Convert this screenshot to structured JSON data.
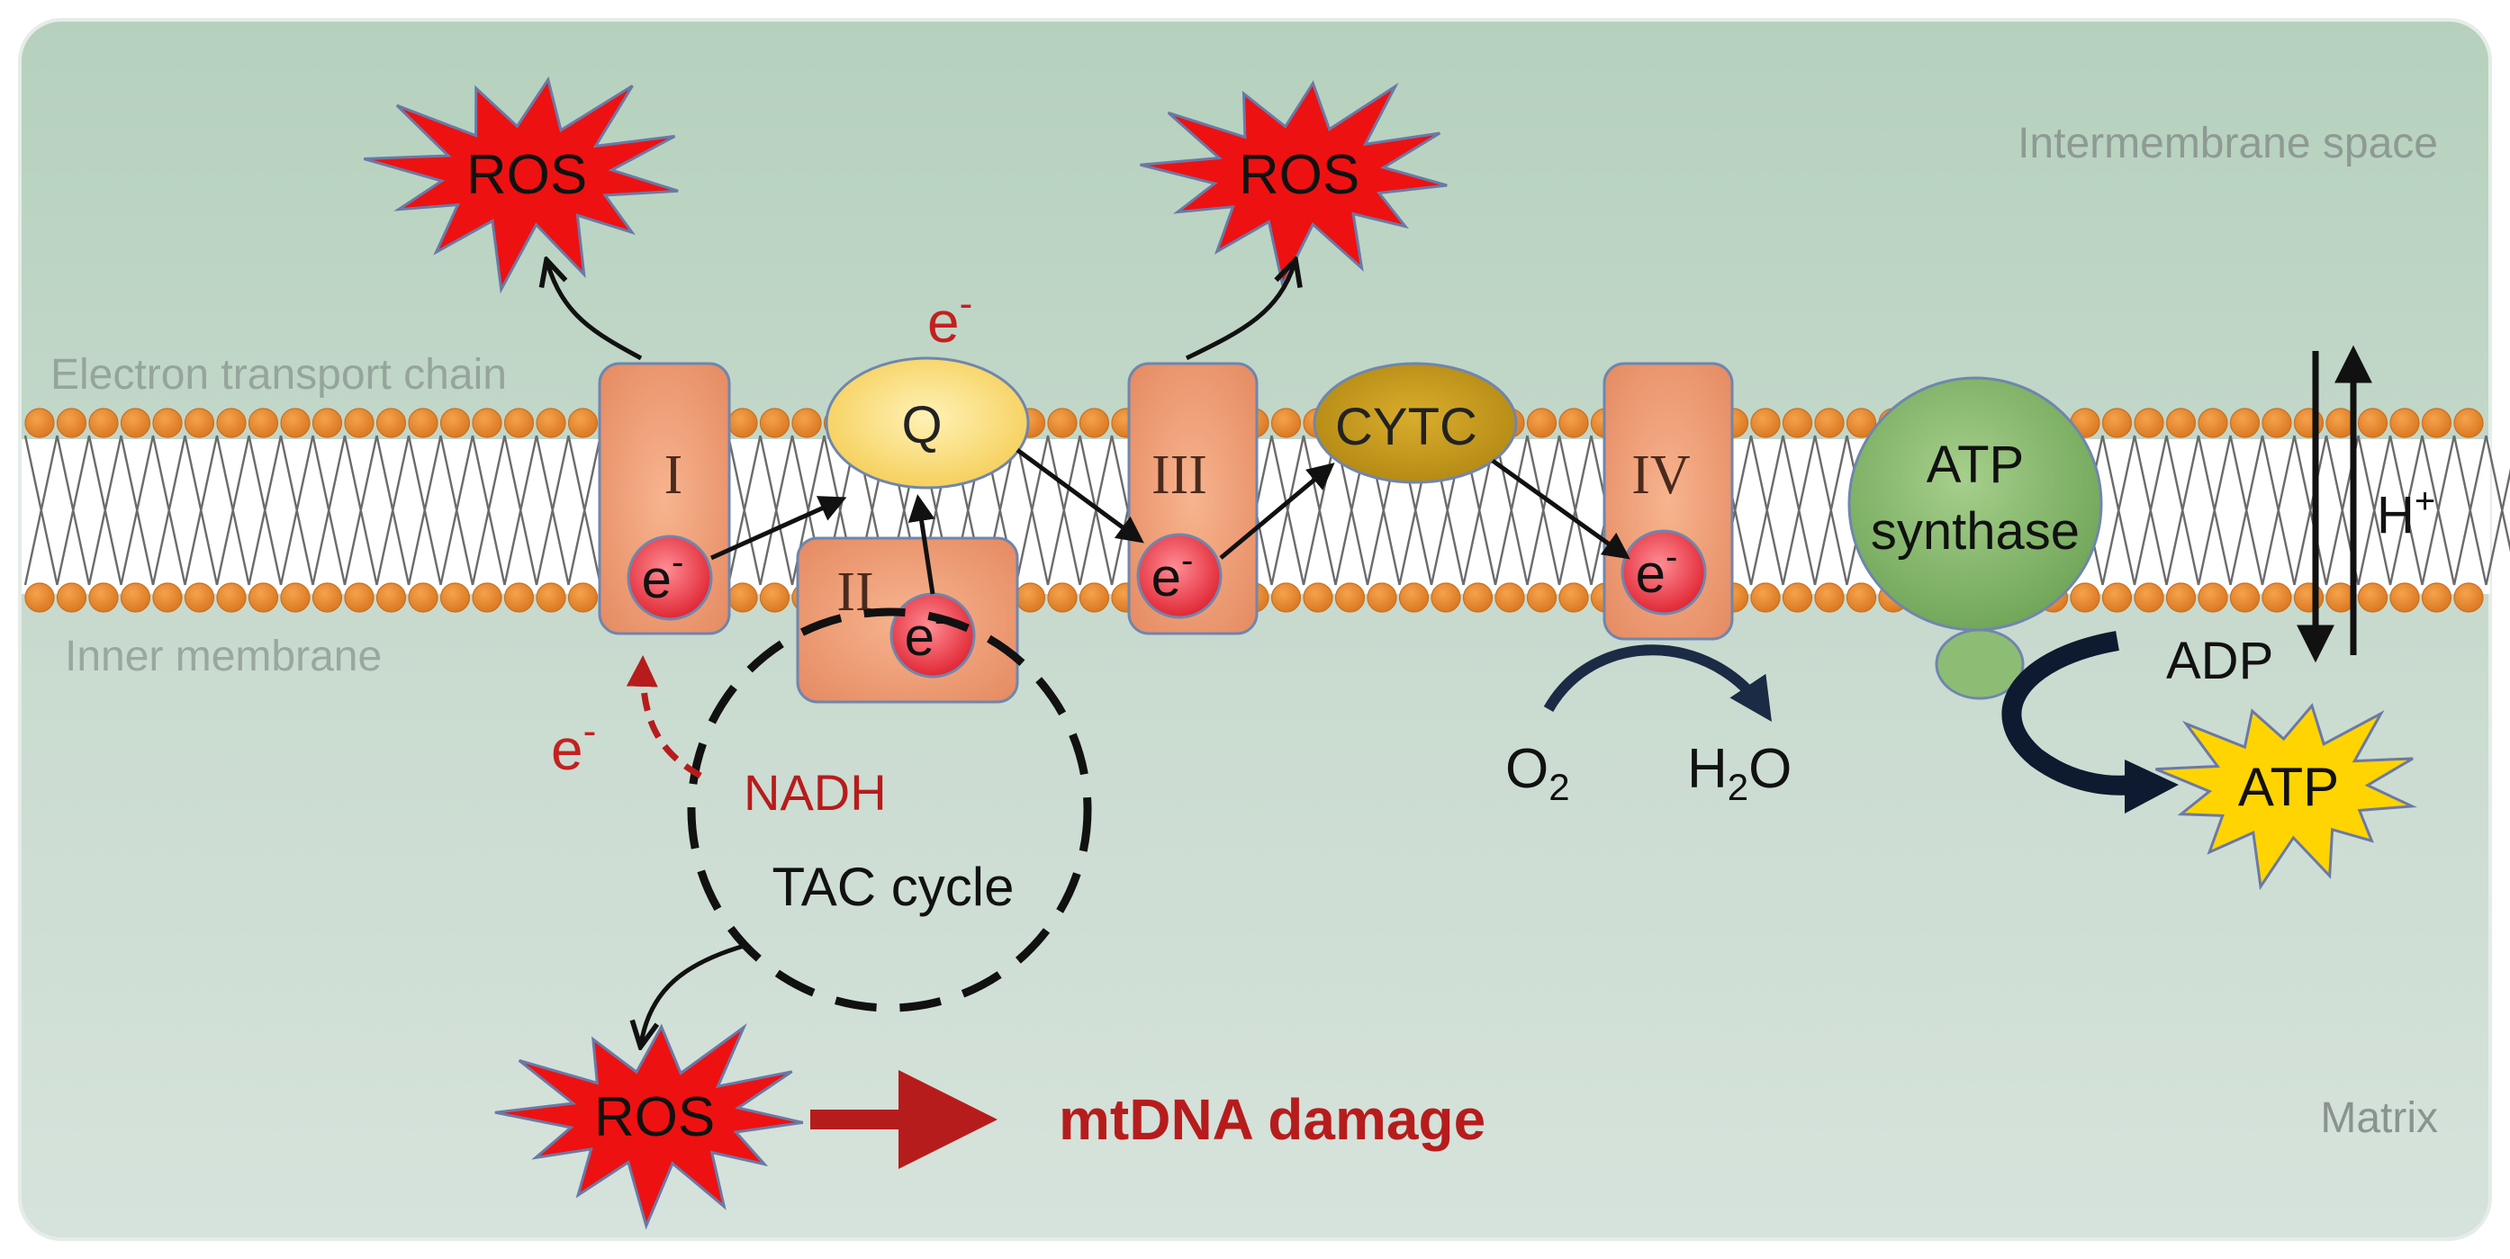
{
  "regions": {
    "intermembrane": "Intermembrane space",
    "etc": "Electron transport chain",
    "inner_membrane": "Inner membrane",
    "matrix": "Matrix"
  },
  "complexes": {
    "c1": "I",
    "c2": "II",
    "c3": "III",
    "c4": "IV"
  },
  "carriers": {
    "q": "Q",
    "cytc": "CYTC",
    "atp_synthase_line1": "ATP",
    "atp_synthase_line2": "synthase"
  },
  "electron": {
    "base": "e",
    "sup": "-"
  },
  "ros": "ROS",
  "nadh": "NADH",
  "tac": "TAC cycle",
  "o2": {
    "base": "O",
    "sub": "2"
  },
  "h2o": {
    "pre": "H",
    "sub": "2",
    "post": "O"
  },
  "proton": {
    "base": "H",
    "sup": "+"
  },
  "adp": "ADP",
  "atp": "ATP",
  "mtdna": "mtDNA damage",
  "colors": {
    "bg_top": "#b6d2bf",
    "bg_bottom": "#d5e2db",
    "complex": "#e8916a",
    "complex_border": "#7a8fb0",
    "q": "#f8d56a",
    "cytc": "#c59a1c",
    "atp_synthase": "#7fb268",
    "lipid_head": "#e48a2e",
    "ros_fill": "#ee1111",
    "atp_fill": "#ffd400",
    "dark_red": "#b71c1c",
    "electron": "#e2313f"
  }
}
